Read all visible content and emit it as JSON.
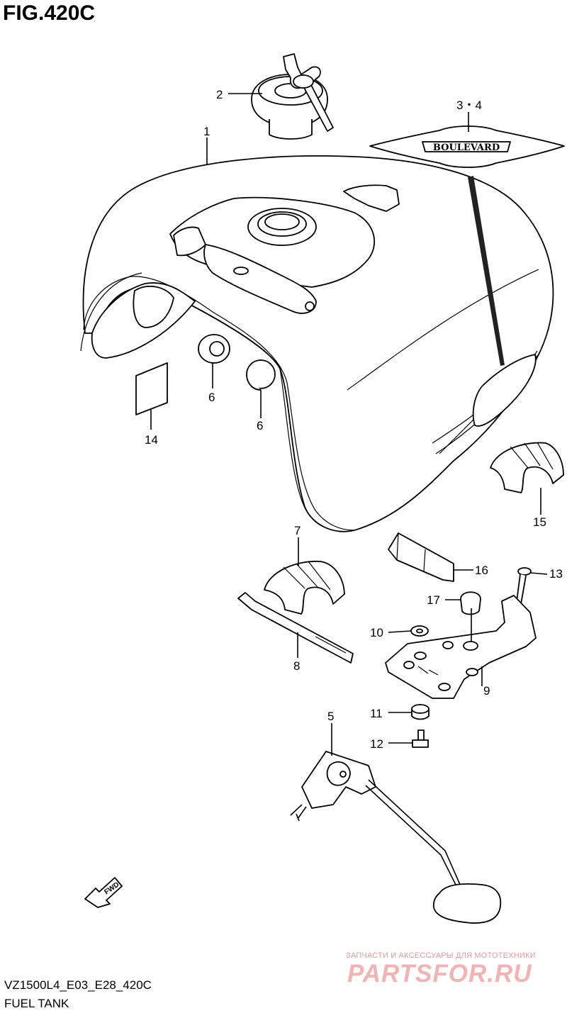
{
  "figure": {
    "number": "FIG.420C"
  },
  "footer": {
    "code": "VZ1500L4_E03_E28_420C",
    "name": "FUEL TANK"
  },
  "watermark": {
    "tagline": "ЗАПЧАСТИ И АКСЕССУАРЫ ДЛЯ МОТОТЕХНИКИ",
    "logo": "PARTSFOR.RU"
  },
  "emblem": {
    "text": "BOULEVARD"
  },
  "arrow": {
    "text": "FWD"
  },
  "callouts": {
    "c1": "1",
    "c2": "2",
    "c34": "3・4",
    "c5": "5",
    "c6a": "6",
    "c6b": "6",
    "c7": "7",
    "c8": "8",
    "c9": "9",
    "c10": "10",
    "c11": "11",
    "c12": "12",
    "c13": "13",
    "c14": "14",
    "c15": "15",
    "c16": "16",
    "c17": "17"
  }
}
